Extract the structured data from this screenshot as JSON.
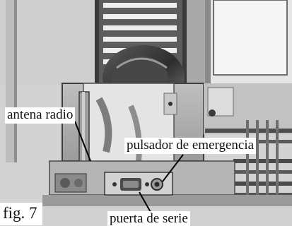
{
  "figure": {
    "caption": "fig. 7",
    "labels": {
      "antenna": "antena radio",
      "emergency_button": "pulsador de emergencia",
      "serial_port": "puerta de serie"
    }
  }
}
